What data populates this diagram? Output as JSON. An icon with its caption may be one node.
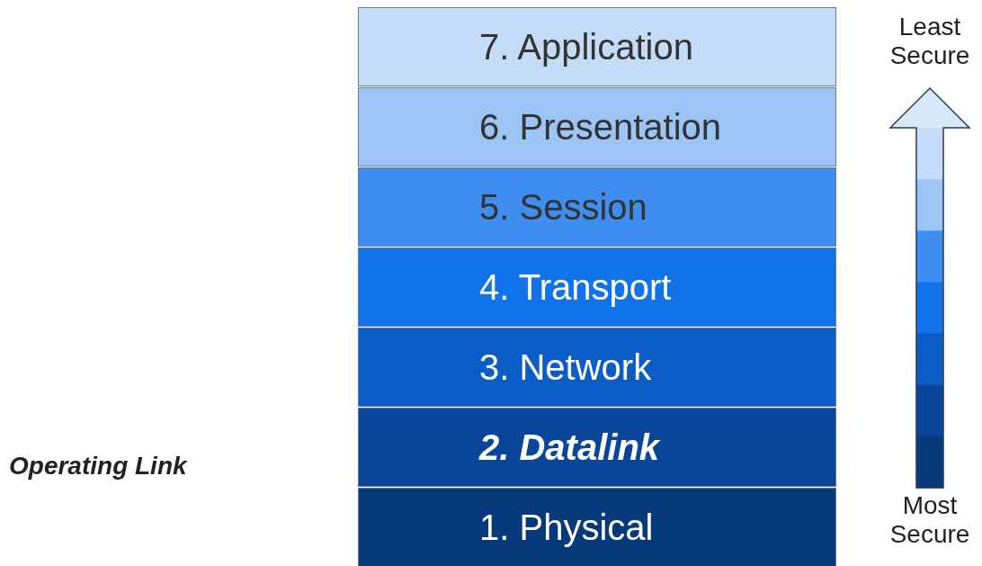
{
  "diagram": {
    "nodes": [
      {
        "text": [
          "7. Application"
        ]
      },
      {
        "text": [
          "6. Presentation"
        ]
      },
      {
        "text": [
          "5. Session"
        ]
      },
      {
        "text": [
          "4. Transport"
        ]
      },
      {
        "text": [
          "3. Network"
        ]
      },
      {
        "text": [
          "2. Datalink"
        ]
      },
      {
        "text": [
          "1. Physical"
        ]
      }
    ],
    "edges": [],
    "labels": [
      "Least Secure",
      "Operating Link",
      "Most Secure"
    ]
  }
}
